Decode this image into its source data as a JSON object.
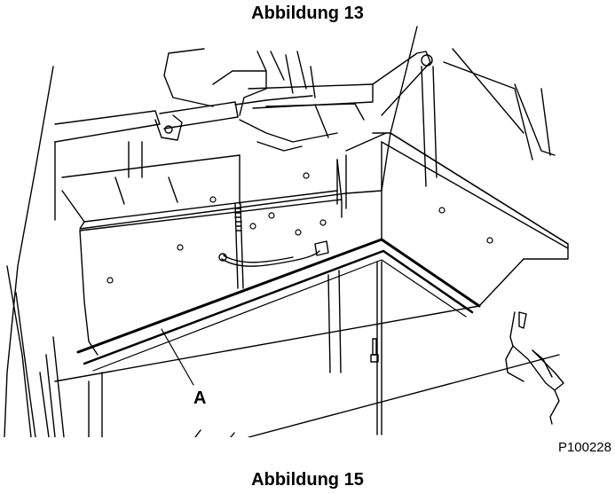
{
  "figure": {
    "title_top": "Abbildung 13",
    "title_bottom": "Abbildung 15",
    "code": "P100228",
    "callout_label": "A",
    "line_color": "#000000",
    "background_color": "#ffffff"
  }
}
